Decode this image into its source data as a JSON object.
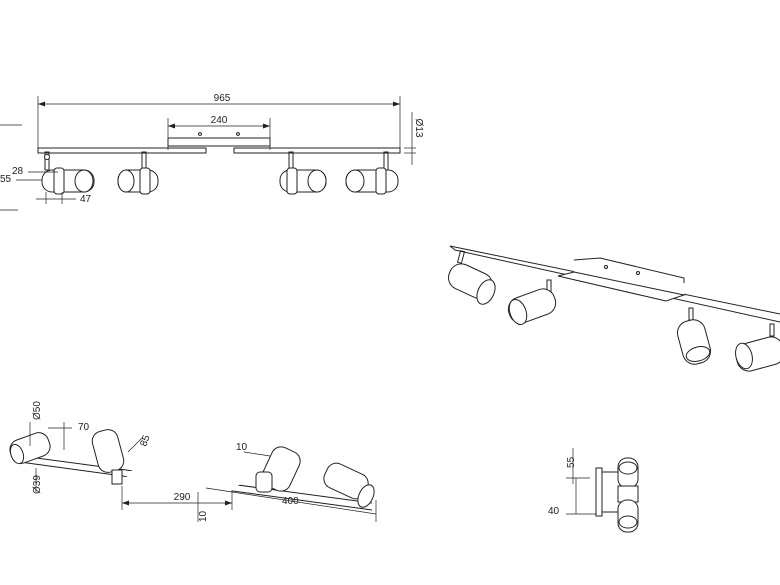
{
  "top_view": {
    "overall_length": "965",
    "base_length": "240",
    "rod_diameter": "Ø13",
    "spot_offset": "28",
    "spot_height": "55",
    "spot_length": "47"
  },
  "bottom_view": {
    "spot_diameter_front": "Ø50",
    "spot_length": "70",
    "spot_diameter_rear": "Ø39",
    "spot_tilt": "85",
    "spot_offset": "10",
    "base_length": "290",
    "base_height": "10",
    "arm_length": "400"
  },
  "side_view": {
    "height": "55",
    "depth": "40"
  }
}
